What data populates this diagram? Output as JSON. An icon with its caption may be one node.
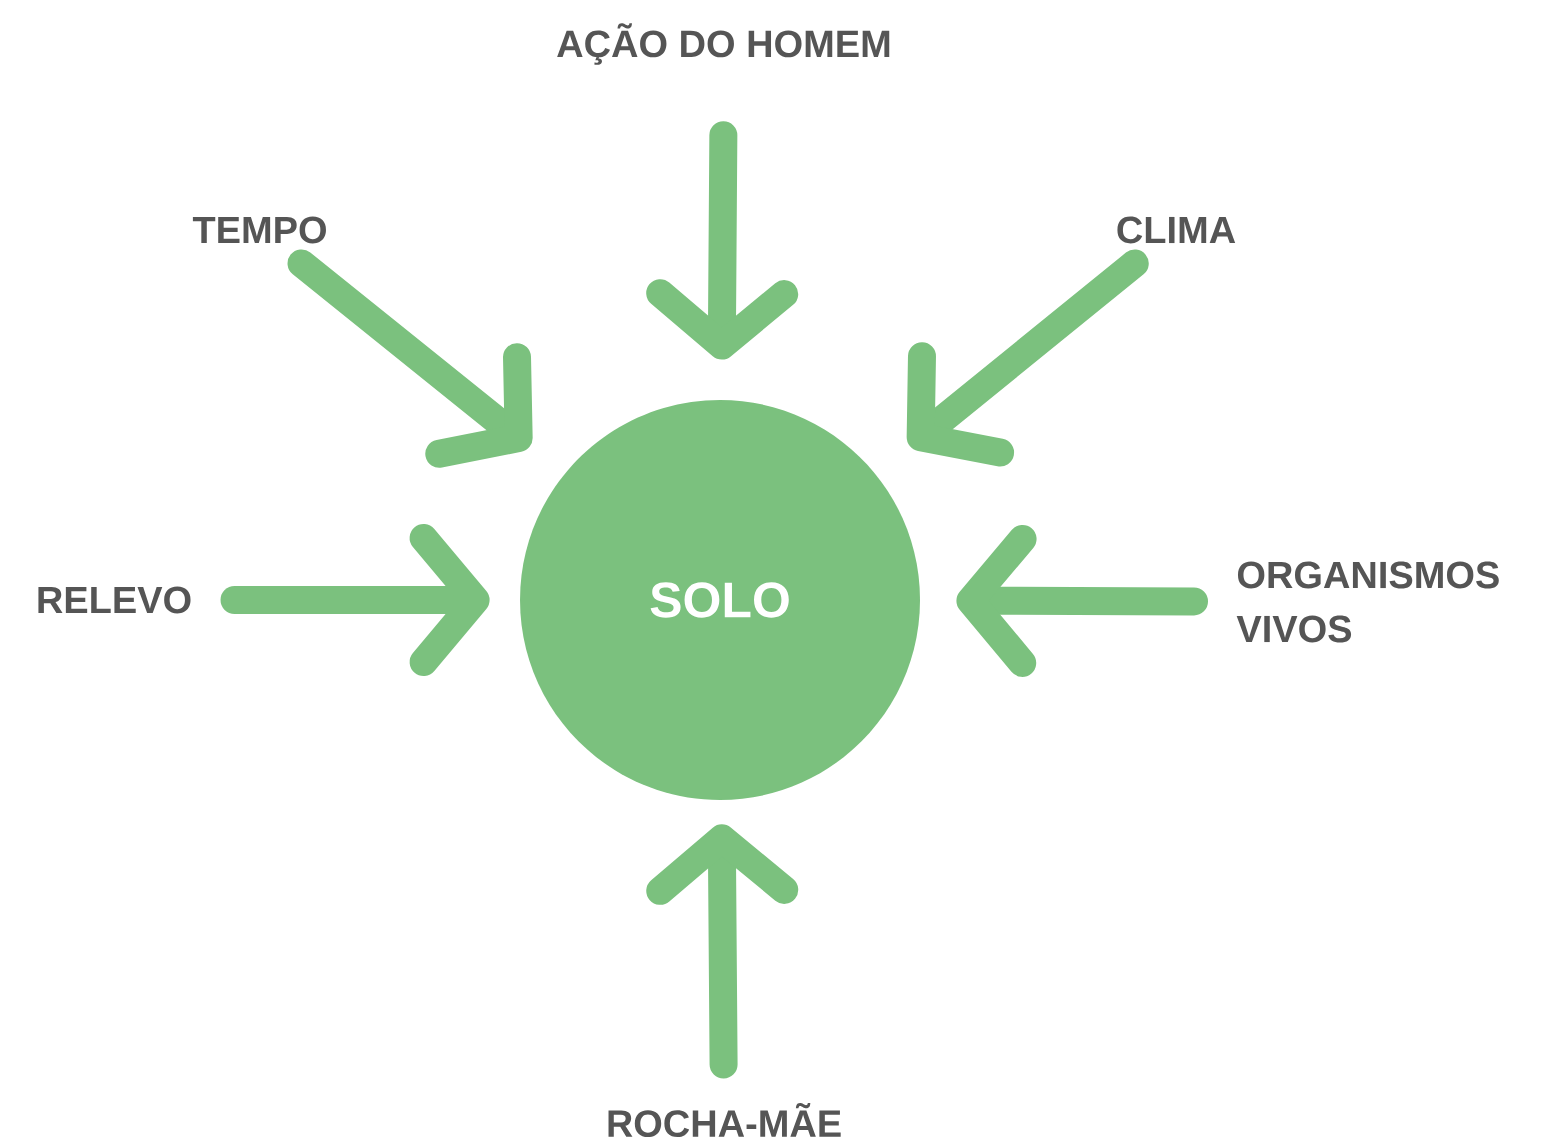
{
  "diagram": {
    "nodes": [
      {
        "text": [
          "AÇÃO DO HOMEM"
        ]
      },
      {
        "text": [
          "TEMPO"
        ]
      },
      {
        "text": [
          "CLIMA"
        ]
      },
      {
        "text": [
          "RELEVO"
        ]
      },
      {
        "text": [
          "SOLO"
        ]
      },
      {
        "text": [
          "ORGANISMOS VIVOS"
        ]
      },
      {
        "text": [
          "ROCHA-MÃE"
        ]
      }
    ],
    "edges": [
      {
        "from": 0,
        "to": 4,
        "arrow": "to"
      },
      {
        "from": 1,
        "to": 4,
        "arrow": "to"
      },
      {
        "from": 2,
        "to": 4,
        "arrow": "to"
      },
      {
        "from": 3,
        "to": 4,
        "arrow": "to"
      },
      {
        "from": 5,
        "to": 4,
        "arrow": "to"
      },
      {
        "from": 6,
        "to": 4,
        "arrow": "to"
      }
    ]
  }
}
